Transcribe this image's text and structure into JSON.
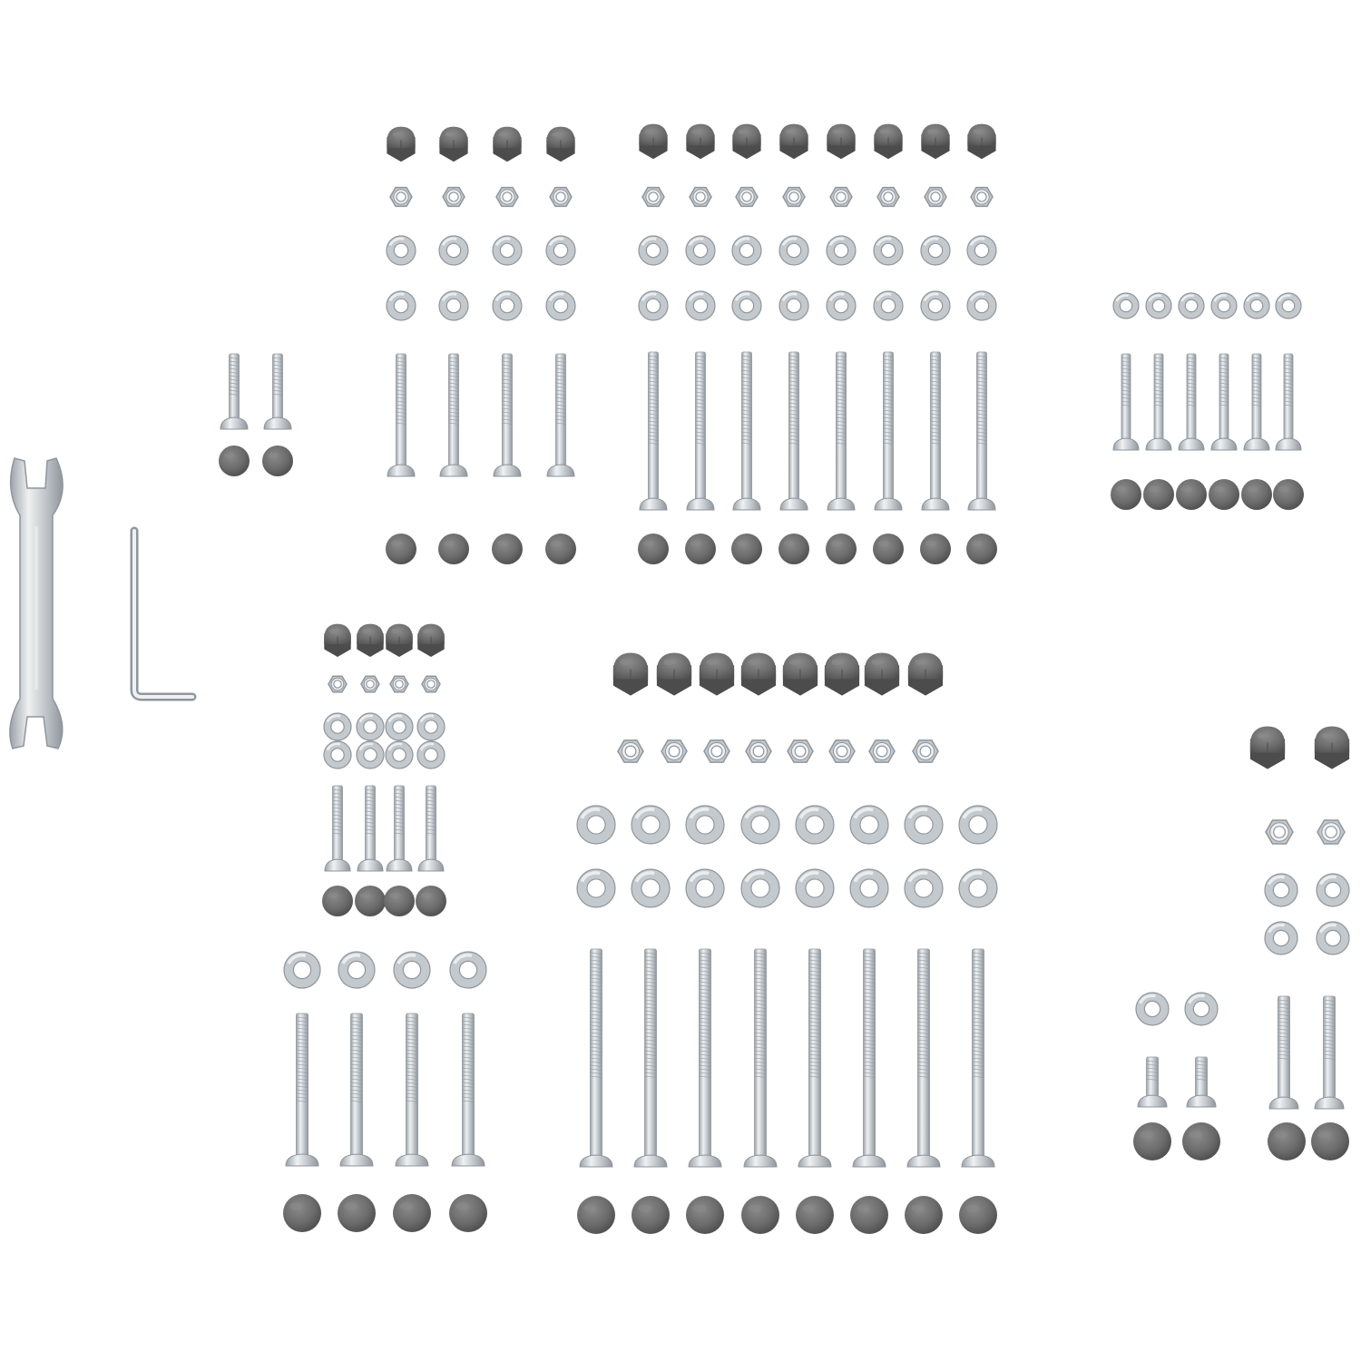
{
  "background": "#ffffff",
  "colors": {
    "metal": "#c4c9cd",
    "metal_dark": "#8f969c",
    "metal_light": "#eef1f3",
    "cap": "#6b6b6b",
    "cap_dark": "#4c4c4c",
    "cap_light": "#8a8a8a"
  },
  "tools": [
    {
      "name": "open-end-wrench-icon"
    },
    {
      "name": "allen-key-icon"
    }
  ],
  "groups": [
    {
      "name": "top-left-bolt-set",
      "items": {
        "bolts": 2,
        "caps": 2
      }
    },
    {
      "name": "top-middle-hardware-set-a",
      "items": {
        "cap_nuts": 4,
        "lock_nuts": 4,
        "washers": 8,
        "bolts": 4,
        "caps": 4
      }
    },
    {
      "name": "top-middle-hardware-set-b",
      "items": {
        "cap_nuts": 8,
        "lock_nuts": 8,
        "washers": 16,
        "bolts": 8,
        "caps": 8
      }
    },
    {
      "name": "top-right-hardware-set",
      "items": {
        "washers": 6,
        "bolts": 6,
        "caps": 6
      }
    },
    {
      "name": "middle-left-hardware-set",
      "items": {
        "cap_nuts": 4,
        "lock_nuts": 4,
        "washers": 8,
        "bolts": 4,
        "caps": 4
      }
    },
    {
      "name": "center-hardware-set",
      "items": {
        "cap_nuts": 8,
        "lock_nuts": 8,
        "washers": 16
      }
    },
    {
      "name": "right-hardware-set",
      "items": {
        "cap_nuts": 2,
        "lock_nuts": 2,
        "washers": 4
      }
    },
    {
      "name": "bottom-left-hardware-set",
      "items": {
        "washers": 4,
        "bolts": 4,
        "caps": 4
      }
    },
    {
      "name": "bottom-center-long-bolt-set",
      "items": {
        "bolts": 8,
        "caps": 8
      }
    },
    {
      "name": "bottom-right-short-screw-set",
      "items": {
        "washers": 2,
        "screws": 2,
        "caps": 2
      }
    },
    {
      "name": "bottom-right-bolt-set",
      "items": {
        "bolts": 2,
        "caps": 2
      }
    }
  ]
}
